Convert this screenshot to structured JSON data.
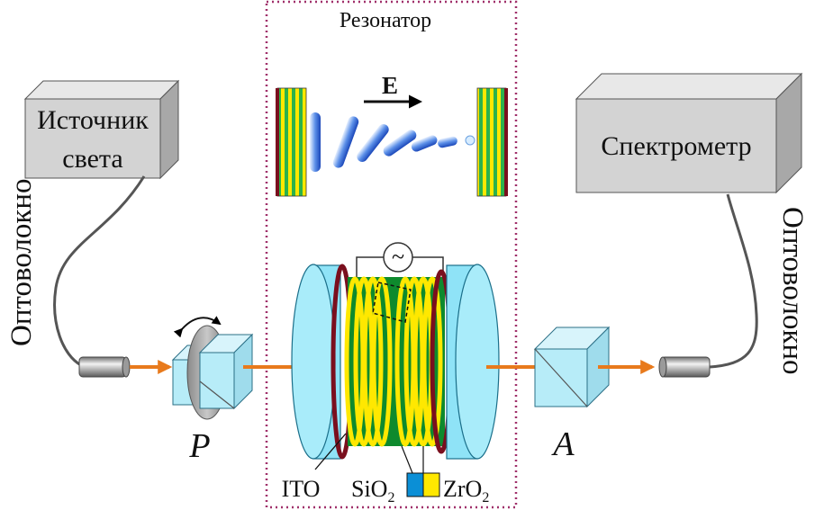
{
  "labels": {
    "resonator": "Резонатор",
    "light_source_line1": "Источник",
    "light_source_line2": "света",
    "spectrometer": "Спектрометр",
    "fiber_left": "Оптоволокно",
    "fiber_right": "Оптоволокно",
    "field": "E",
    "polarizer": "P",
    "analyzer": "A",
    "ito": "ITO",
    "sio2_base": "SiO",
    "sio2_sub": "2",
    "zro2_base": "ZrO",
    "zro2_sub": "2",
    "ac_source": "~"
  },
  "colors": {
    "box_front": "#d3d3d3",
    "box_top": "#e8e8e8",
    "box_side": "#a8a8a8",
    "glass": "#8fe3f7",
    "glass_stroke": "#1b6f8a",
    "lc_green": "#0e8a2d",
    "layer_yellow": "#ffe800",
    "ito_red": "#7a0f1e",
    "beam": "#e87a1c",
    "sio2_blue": "#0b8fd6",
    "frame_dotted": "#a0306a",
    "lc_rod": "#2f6fe0"
  }
}
